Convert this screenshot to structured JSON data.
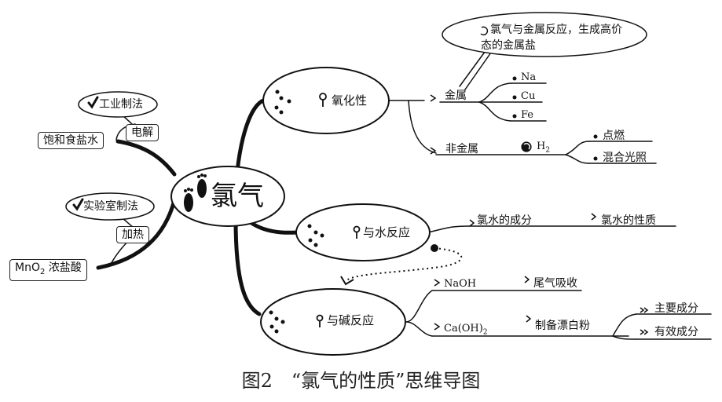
{
  "center": {
    "label": "氯气"
  },
  "left": {
    "industrial": {
      "label": "工业制法",
      "connector": "电解",
      "source": "饱和食盐水"
    },
    "lab": {
      "label": "实验室制法",
      "connector": "加热",
      "source_formula": "MnO",
      "source_sub": "2",
      "source_rest": " 浓盐酸"
    }
  },
  "branches": {
    "oxidation": {
      "label": "氧化性",
      "metal": {
        "label": "金属",
        "callout_line1": "氯气与金属反应，生成高价",
        "callout_line2": "态的金属盐",
        "items": [
          "Na",
          "Cu",
          "Fe"
        ]
      },
      "nonmetal": {
        "label": "非金属",
        "reagent": "H",
        "reagent_sub": "2",
        "items": [
          "点燃",
          "混合光照"
        ]
      }
    },
    "water": {
      "label": "与水反应",
      "items": [
        "氯水的成分",
        "氯水的性质"
      ]
    },
    "base": {
      "label": "与碱反应",
      "naoh": {
        "label": "NaOH",
        "use": "尾气吸收"
      },
      "caoh": {
        "label": "Ca(OH)",
        "label_sub": "2",
        "use": "制备漂白粉",
        "items": [
          "主要成分",
          "有效成分"
        ]
      }
    }
  },
  "caption": "图2　“氯气的性质”思维导图"
}
